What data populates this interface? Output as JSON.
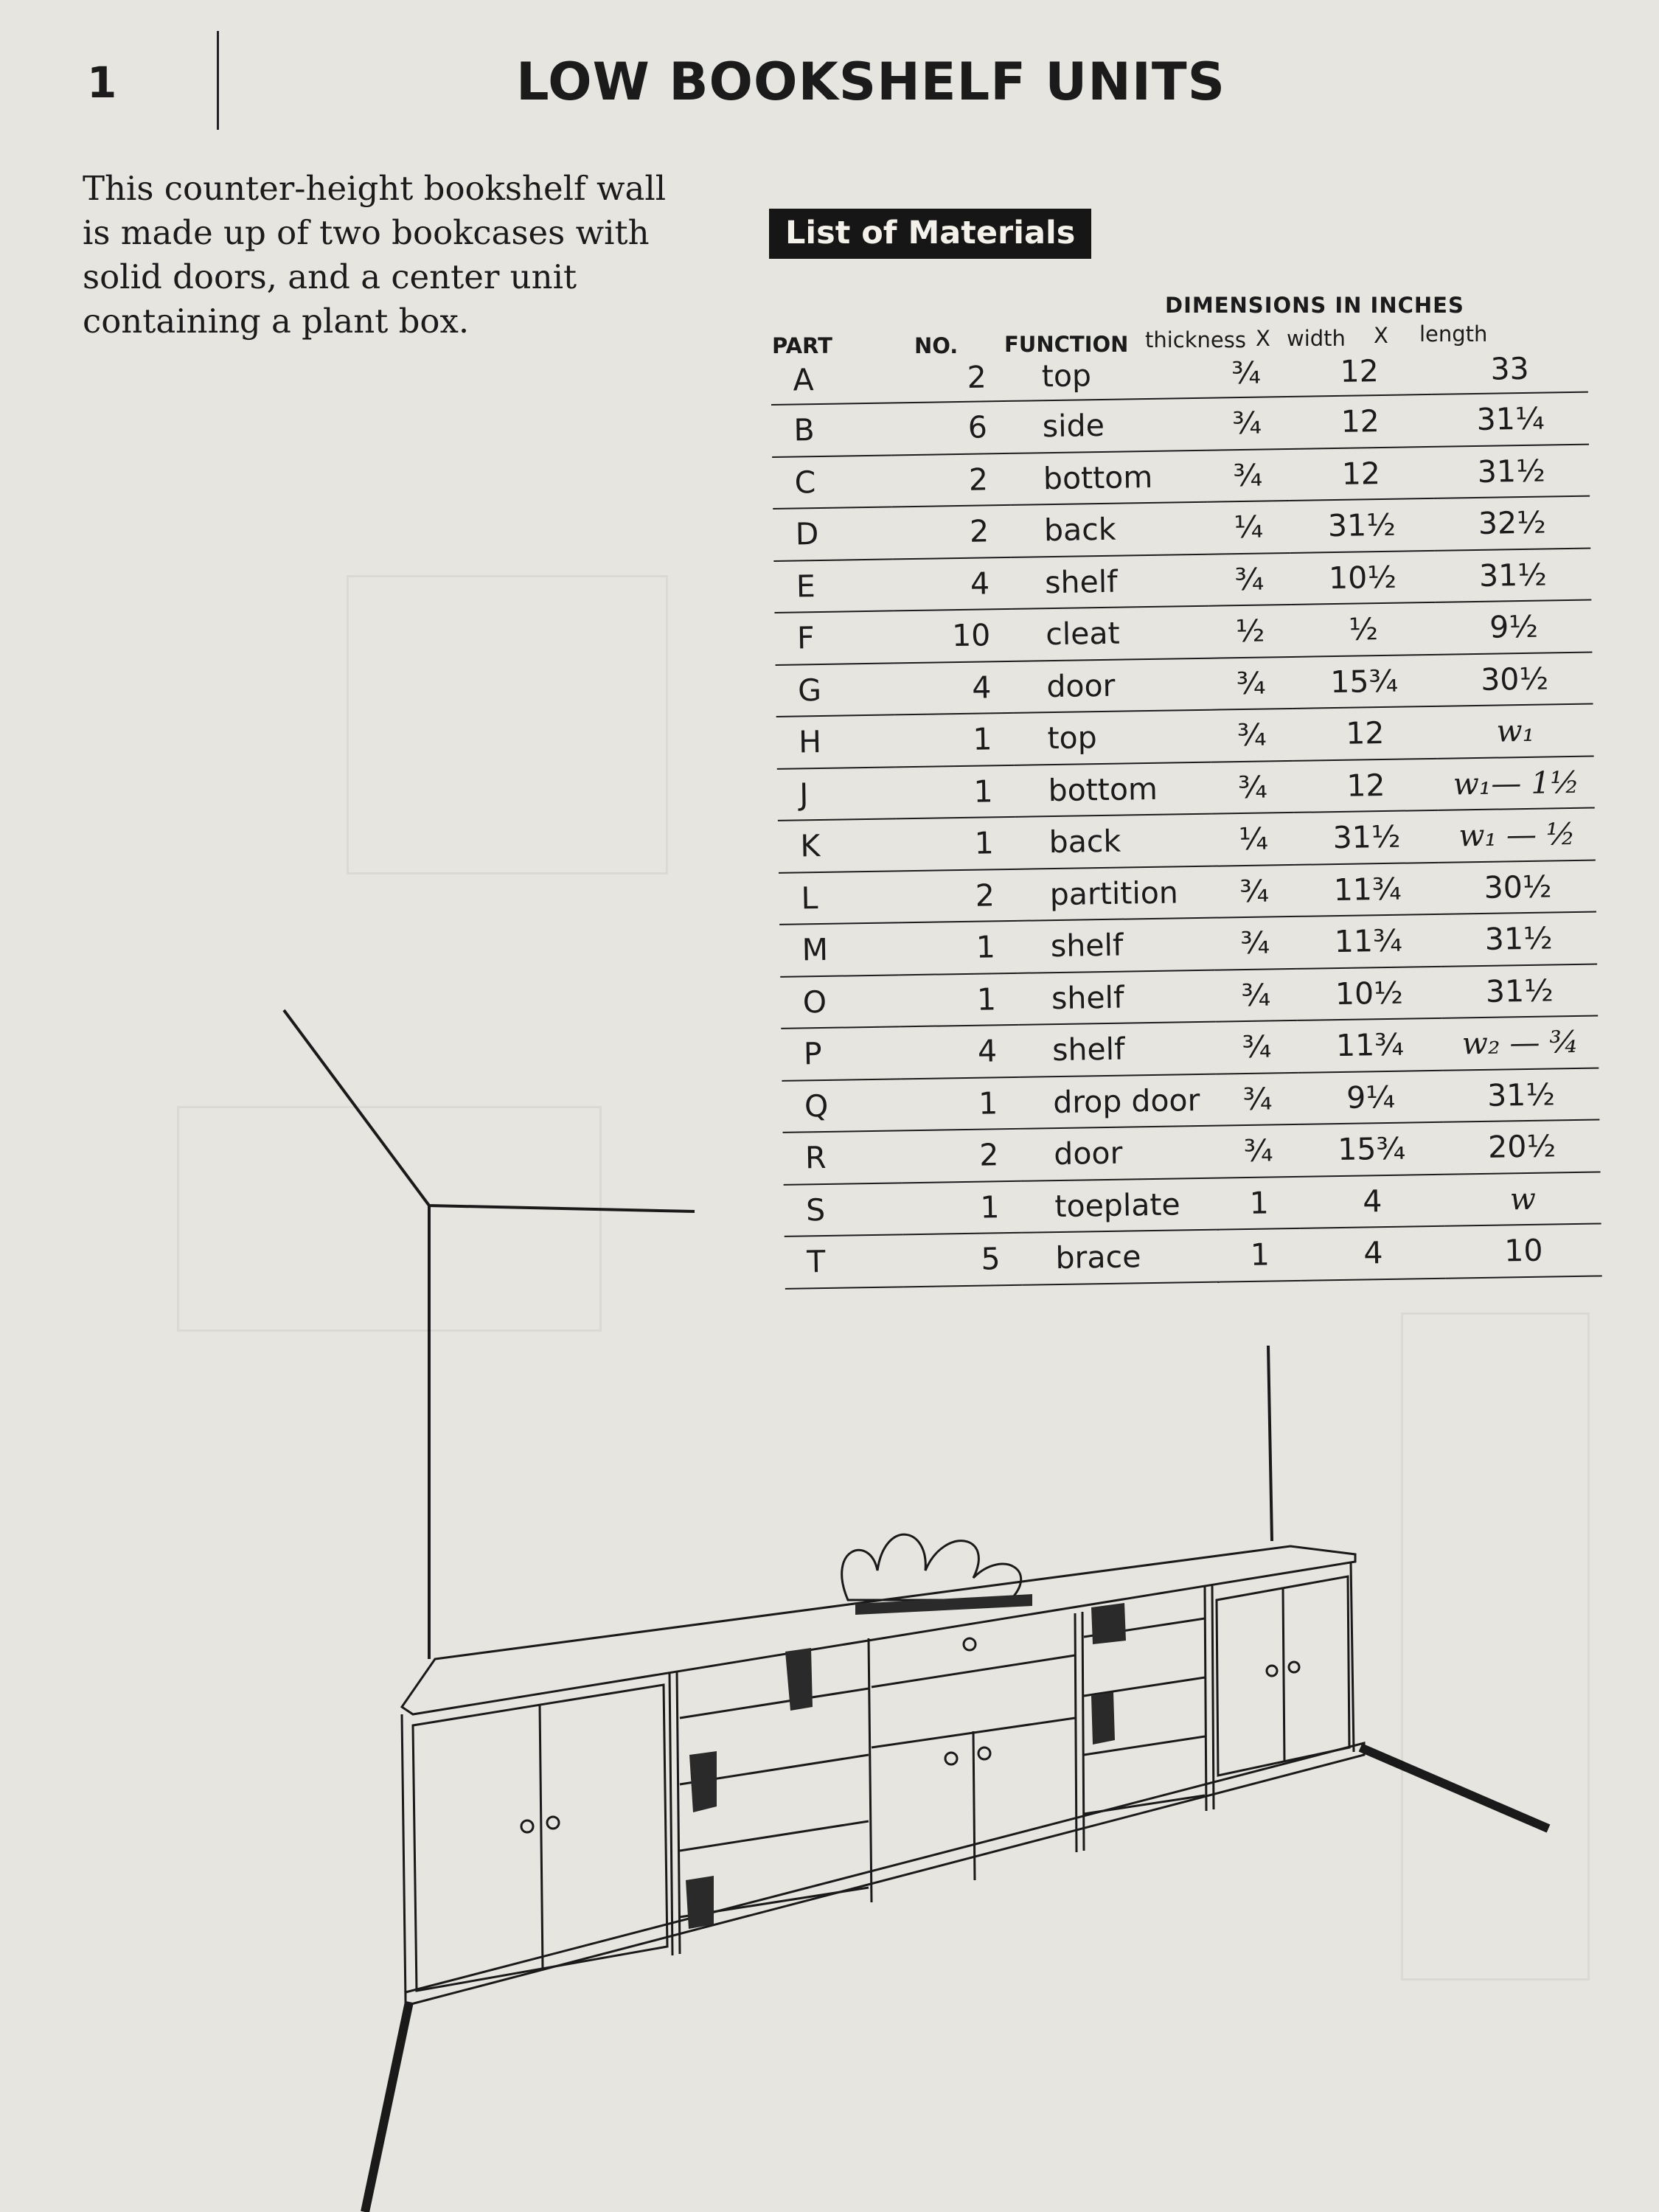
{
  "header": {
    "page_number": "1",
    "title": "LOW BOOKSHELF UNITS"
  },
  "intro": {
    "text": "This counter-height bookshelf wall is made up of two bookcases with solid doors, and a center unit containing a plant box."
  },
  "materials": {
    "heading": "List of Materials",
    "dimensions_heading": "DIMENSIONS IN INCHES",
    "columns": {
      "part": "PART",
      "no": "NO.",
      "function": "FUNCTION",
      "thickness": "thickness",
      "times1": "X",
      "width": "width",
      "times2": "X",
      "length": "length"
    },
    "rows": [
      {
        "part": "A",
        "no": "2",
        "function": "top",
        "thickness": "¾",
        "width": "12",
        "length": "33"
      },
      {
        "part": "B",
        "no": "6",
        "function": "side",
        "thickness": "¾",
        "width": "12",
        "length": "31¼"
      },
      {
        "part": "C",
        "no": "2",
        "function": "bottom",
        "thickness": "¾",
        "width": "12",
        "length": "31½"
      },
      {
        "part": "D",
        "no": "2",
        "function": "back",
        "thickness": "¼",
        "width": "31½",
        "length": "32½"
      },
      {
        "part": "E",
        "no": "4",
        "function": "shelf",
        "thickness": "¾",
        "width": "10½",
        "length": "31½"
      },
      {
        "part": "F",
        "no": "10",
        "function": "cleat",
        "thickness": "½",
        "width": "½",
        "length": "9½"
      },
      {
        "part": "G",
        "no": "4",
        "function": "door",
        "thickness": "¾",
        "width": "15¾",
        "length": "30½"
      },
      {
        "part": "H",
        "no": "1",
        "function": "top",
        "thickness": "¾",
        "width": "12",
        "length": "w₁"
      },
      {
        "part": "J",
        "no": "1",
        "function": "bottom",
        "thickness": "¾",
        "width": "12",
        "length": "w₁— 1½"
      },
      {
        "part": "K",
        "no": "1",
        "function": "back",
        "thickness": "¼",
        "width": "31½",
        "length": "w₁ — ½"
      },
      {
        "part": "L",
        "no": "2",
        "function": "partition",
        "thickness": "¾",
        "width": "11¾",
        "length": "30½"
      },
      {
        "part": "M",
        "no": "1",
        "function": "shelf",
        "thickness": "¾",
        "width": "11¾",
        "length": "31½"
      },
      {
        "part": "O",
        "no": "1",
        "function": "shelf",
        "thickness": "¾",
        "width": "10½",
        "length": "31½"
      },
      {
        "part": "P",
        "no": "4",
        "function": "shelf",
        "thickness": "¾",
        "width": "11¾",
        "length": "w₂ — ¾"
      },
      {
        "part": "Q",
        "no": "1",
        "function": "drop door",
        "thickness": "¾",
        "width": "9¼",
        "length": "31½"
      },
      {
        "part": "R",
        "no": "2",
        "function": "door",
        "thickness": "¾",
        "width": "15¾",
        "length": "20½"
      },
      {
        "part": "S",
        "no": "1",
        "function": "toeplate",
        "thickness": "1",
        "width": "4",
        "length": "w"
      },
      {
        "part": "T",
        "no": "5",
        "function": "brace",
        "thickness": "1",
        "width": "4",
        "length": "10"
      }
    ]
  },
  "illustration": {
    "icon": "bookshelf-wall-drawing"
  }
}
